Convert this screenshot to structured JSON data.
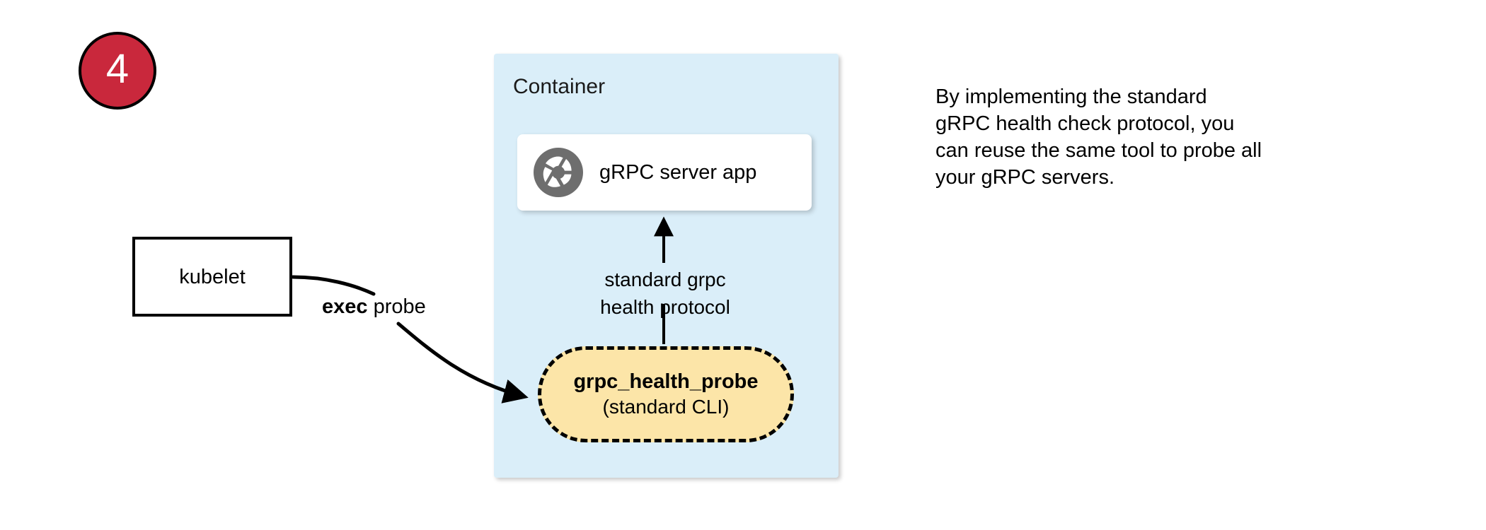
{
  "step": {
    "number": "4",
    "badge_fill": "#C9283C",
    "badge_border": "#000000",
    "number_color": "#ffffff"
  },
  "container": {
    "title": "Container",
    "fill": "#DAEEF9"
  },
  "server_card": {
    "label": "gRPC server app",
    "icon": "grpc-shutter-icon",
    "icon_color": "#6E6E6E",
    "fill": "#ffffff"
  },
  "kubelet": {
    "label": "kubelet",
    "fill": "#ffffff",
    "stroke": "#000000"
  },
  "edges": {
    "exec_probe": {
      "label_bold": "exec",
      "label_rest": " probe"
    },
    "protocol": {
      "line1": "standard grpc",
      "line2": "health protocol"
    }
  },
  "probe": {
    "title": "grpc_health_probe",
    "subtitle": "(standard CLI)",
    "fill": "#FCE5A8",
    "stroke": "#000000",
    "stroke_style": "dashed"
  },
  "note": {
    "lines": [
      "By implementing the standard",
      "gRPC health check protocol, you",
      "can reuse the same tool to probe all",
      "your gRPC servers."
    ]
  }
}
